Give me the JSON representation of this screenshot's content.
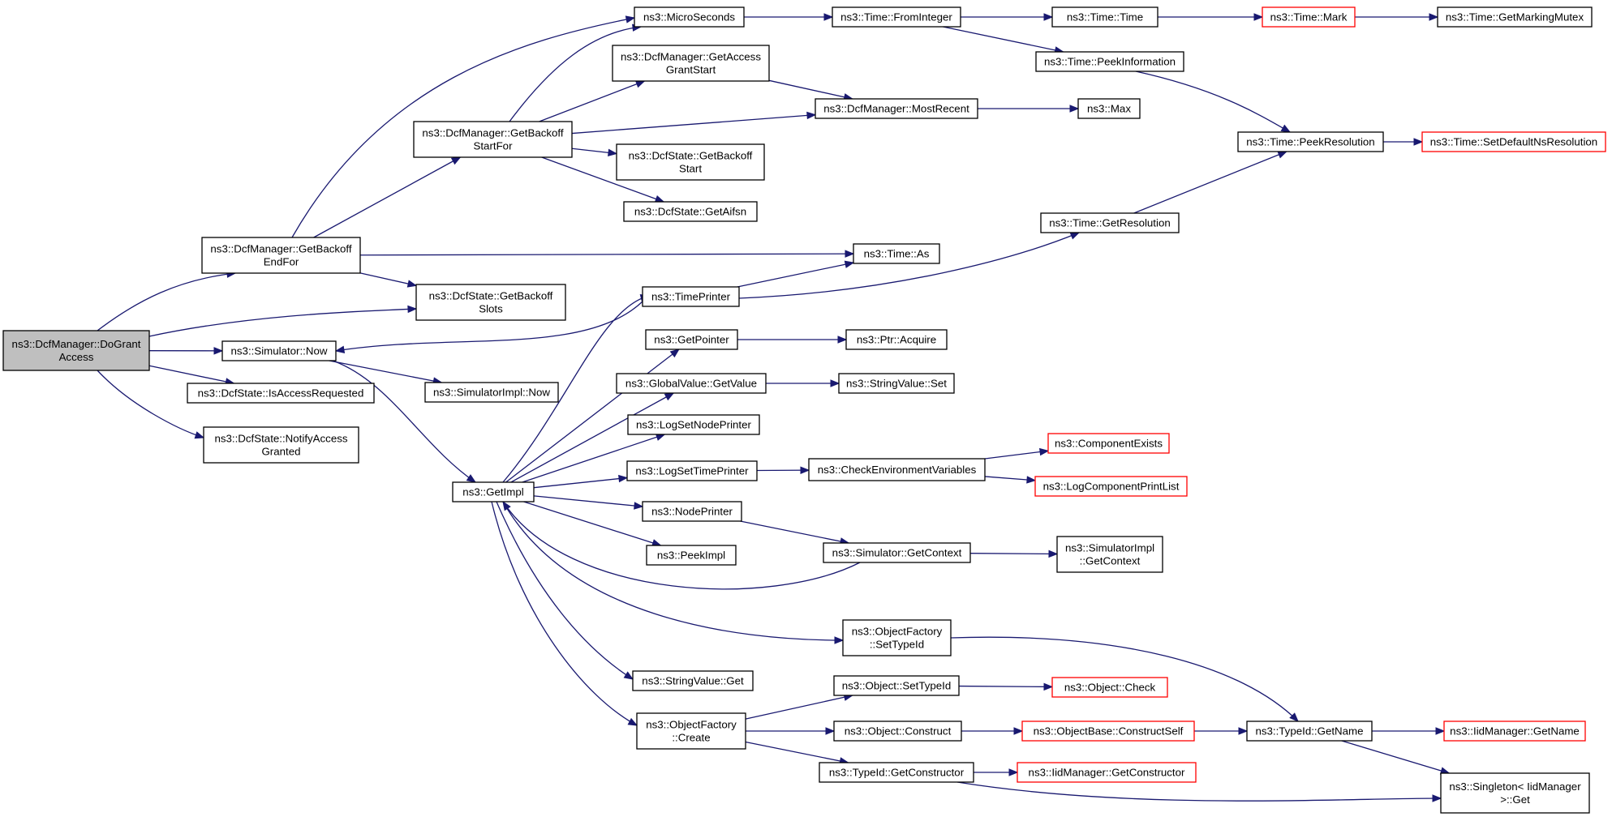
{
  "graph": {
    "nodes": [
      {
        "id": "DoGrantAccess",
        "lines": [
          "ns3::DcfManager::DoGrant",
          "Access"
        ],
        "style": "root"
      },
      {
        "id": "GetBackoffEndFor",
        "lines": [
          "ns3::DcfManager::GetBackoff",
          "EndFor"
        ]
      },
      {
        "id": "GetBackoffStartFor",
        "lines": [
          "ns3::DcfManager::GetBackoff",
          "StartFor"
        ]
      },
      {
        "id": "GetBackoffSlots",
        "lines": [
          "ns3::DcfState::GetBackoff",
          "Slots"
        ]
      },
      {
        "id": "SimulatorNow",
        "lines": [
          "ns3::Simulator::Now"
        ]
      },
      {
        "id": "IsAccessRequested",
        "lines": [
          "ns3::DcfState::IsAccessRequested"
        ]
      },
      {
        "id": "NotifyAccessGranted",
        "lines": [
          "ns3::DcfState::NotifyAccess",
          "Granted"
        ]
      },
      {
        "id": "MicroSeconds",
        "lines": [
          "ns3::MicroSeconds"
        ]
      },
      {
        "id": "GetAccessGrantStart",
        "lines": [
          "ns3::DcfManager::GetAccess",
          "GrantStart"
        ]
      },
      {
        "id": "DcfGetBackoffStart",
        "lines": [
          "ns3::DcfState::GetBackoff",
          "Start"
        ]
      },
      {
        "id": "GetAifsn",
        "lines": [
          "ns3::DcfState::GetAifsn"
        ]
      },
      {
        "id": "TimeFromInteger",
        "lines": [
          "ns3::Time::FromInteger"
        ]
      },
      {
        "id": "MostRecent",
        "lines": [
          "ns3::DcfManager::MostRecent"
        ]
      },
      {
        "id": "TimeTime",
        "lines": [
          "ns3::Time::Time"
        ]
      },
      {
        "id": "TimeMark",
        "lines": [
          "ns3::Time::Mark"
        ],
        "style": "ext"
      },
      {
        "id": "GetMarkingMutex",
        "lines": [
          "ns3::Time::GetMarkingMutex"
        ]
      },
      {
        "id": "PeekInformation",
        "lines": [
          "ns3::Time::PeekInformation"
        ]
      },
      {
        "id": "Max",
        "lines": [
          "ns3::Max"
        ]
      },
      {
        "id": "PeekResolution",
        "lines": [
          "ns3::Time::PeekResolution"
        ]
      },
      {
        "id": "SetDefaultNsResolution",
        "lines": [
          "ns3::Time::SetDefaultNsResolution"
        ],
        "style": "ext"
      },
      {
        "id": "GetResolution",
        "lines": [
          "ns3::Time::GetResolution"
        ]
      },
      {
        "id": "TimeAs",
        "lines": [
          "ns3::Time::As"
        ]
      },
      {
        "id": "TimePrinter",
        "lines": [
          "ns3::TimePrinter"
        ]
      },
      {
        "id": "SimulatorImplNow",
        "lines": [
          "ns3::SimulatorImpl::Now"
        ]
      },
      {
        "id": "GetImpl",
        "lines": [
          "ns3::GetImpl"
        ]
      },
      {
        "id": "GetPointer",
        "lines": [
          "ns3::GetPointer"
        ]
      },
      {
        "id": "PtrAcquire",
        "lines": [
          "ns3::Ptr::Acquire"
        ]
      },
      {
        "id": "GlobalValueGetValue",
        "lines": [
          "ns3::GlobalValue::GetValue"
        ]
      },
      {
        "id": "StringValueSet",
        "lines": [
          "ns3::StringValue::Set"
        ]
      },
      {
        "id": "LogSetNodePrinter",
        "lines": [
          "ns3::LogSetNodePrinter"
        ]
      },
      {
        "id": "LogSetTimePrinter",
        "lines": [
          "ns3::LogSetTimePrinter"
        ]
      },
      {
        "id": "CheckEnvironmentVariables",
        "lines": [
          "ns3::CheckEnvironmentVariables"
        ]
      },
      {
        "id": "ComponentExists",
        "lines": [
          "ns3::ComponentExists"
        ],
        "style": "ext"
      },
      {
        "id": "LogComponentPrintList",
        "lines": [
          "ns3::LogComponentPrintList"
        ],
        "style": "ext"
      },
      {
        "id": "NodePrinter",
        "lines": [
          "ns3::NodePrinter"
        ]
      },
      {
        "id": "PeekImpl",
        "lines": [
          "ns3::PeekImpl"
        ]
      },
      {
        "id": "SimulatorGetContext",
        "lines": [
          "ns3::Simulator::GetContext"
        ]
      },
      {
        "id": "SimulatorImplGetContext",
        "lines": [
          "ns3::SimulatorImpl",
          "::GetContext"
        ]
      },
      {
        "id": "ObjectFactorySetTypeId",
        "lines": [
          "ns3::ObjectFactory",
          "::SetTypeId"
        ]
      },
      {
        "id": "StringValueGet",
        "lines": [
          "ns3::StringValue::Get"
        ]
      },
      {
        "id": "ObjectFactoryCreate",
        "lines": [
          "ns3::ObjectFactory",
          "::Create"
        ]
      },
      {
        "id": "ObjectSetTypeId",
        "lines": [
          "ns3::Object::SetTypeId"
        ]
      },
      {
        "id": "ObjectCheck",
        "lines": [
          "ns3::Object::Check"
        ],
        "style": "ext"
      },
      {
        "id": "ObjectConstruct",
        "lines": [
          "ns3::Object::Construct"
        ]
      },
      {
        "id": "ConstructSelf",
        "lines": [
          "ns3::ObjectBase::ConstructSelf"
        ],
        "style": "ext"
      },
      {
        "id": "TypeIdGetName",
        "lines": [
          "ns3::TypeId::GetName"
        ]
      },
      {
        "id": "IidGetName",
        "lines": [
          "ns3::IidManager::GetName"
        ],
        "style": "ext"
      },
      {
        "id": "TypeIdGetConstructor",
        "lines": [
          "ns3::TypeId::GetConstructor"
        ]
      },
      {
        "id": "IidGetConstructor",
        "lines": [
          "ns3::IidManager::GetConstructor"
        ],
        "style": "ext"
      },
      {
        "id": "SingletonGet",
        "lines": [
          "ns3::Singleton< IidManager",
          ">::Get"
        ]
      }
    ],
    "edges": [
      [
        "DoGrantAccess",
        "GetBackoffEndFor"
      ],
      [
        "DoGrantAccess",
        "GetBackoffSlots"
      ],
      [
        "DoGrantAccess",
        "SimulatorNow"
      ],
      [
        "DoGrantAccess",
        "IsAccessRequested"
      ],
      [
        "DoGrantAccess",
        "NotifyAccessGranted"
      ],
      [
        "GetBackoffEndFor",
        "MicroSeconds"
      ],
      [
        "GetBackoffEndFor",
        "GetBackoffStartFor"
      ],
      [
        "GetBackoffEndFor",
        "TimeAs"
      ],
      [
        "GetBackoffEndFor",
        "GetBackoffSlots"
      ],
      [
        "GetBackoffStartFor",
        "MicroSeconds"
      ],
      [
        "GetBackoffStartFor",
        "GetAccessGrantStart"
      ],
      [
        "GetBackoffStartFor",
        "MostRecent"
      ],
      [
        "GetBackoffStartFor",
        "DcfGetBackoffStart"
      ],
      [
        "GetBackoffStartFor",
        "GetAifsn"
      ],
      [
        "GetAccessGrantStart",
        "MostRecent"
      ],
      [
        "MicroSeconds",
        "TimeFromInteger"
      ],
      [
        "TimeFromInteger",
        "TimeTime"
      ],
      [
        "TimeFromInteger",
        "PeekInformation"
      ],
      [
        "TimeTime",
        "TimeMark"
      ],
      [
        "TimeMark",
        "GetMarkingMutex"
      ],
      [
        "PeekInformation",
        "PeekResolution"
      ],
      [
        "MostRecent",
        "Max"
      ],
      [
        "PeekResolution",
        "SetDefaultNsResolution"
      ],
      [
        "GetResolution",
        "PeekResolution"
      ],
      [
        "TimePrinter",
        "TimeAs"
      ],
      [
        "TimePrinter",
        "GetResolution"
      ],
      [
        "TimePrinter",
        "SimulatorNow"
      ],
      [
        "SimulatorNow",
        "SimulatorImplNow"
      ],
      [
        "SimulatorNow",
        "GetImpl"
      ],
      [
        "GetImpl",
        "TimePrinter"
      ],
      [
        "GetImpl",
        "GetPointer"
      ],
      [
        "GetImpl",
        "GlobalValueGetValue"
      ],
      [
        "GetImpl",
        "LogSetNodePrinter"
      ],
      [
        "GetImpl",
        "LogSetTimePrinter"
      ],
      [
        "GetImpl",
        "NodePrinter"
      ],
      [
        "GetImpl",
        "PeekImpl"
      ],
      [
        "GetImpl",
        "ObjectFactorySetTypeId"
      ],
      [
        "GetImpl",
        "StringValueGet"
      ],
      [
        "GetImpl",
        "ObjectFactoryCreate"
      ],
      [
        "SimulatorGetContext",
        "GetImpl"
      ],
      [
        "GetPointer",
        "PtrAcquire"
      ],
      [
        "GlobalValueGetValue",
        "StringValueSet"
      ],
      [
        "LogSetTimePrinter",
        "CheckEnvironmentVariables"
      ],
      [
        "CheckEnvironmentVariables",
        "ComponentExists"
      ],
      [
        "CheckEnvironmentVariables",
        "LogComponentPrintList"
      ],
      [
        "NodePrinter",
        "SimulatorGetContext"
      ],
      [
        "SimulatorGetContext",
        "SimulatorImplGetContext"
      ],
      [
        "ObjectFactorySetTypeId",
        "TypeIdGetName"
      ],
      [
        "ObjectFactoryCreate",
        "ObjectSetTypeId"
      ],
      [
        "ObjectFactoryCreate",
        "ObjectConstruct"
      ],
      [
        "ObjectFactoryCreate",
        "TypeIdGetConstructor"
      ],
      [
        "ObjectSetTypeId",
        "ObjectCheck"
      ],
      [
        "ObjectConstruct",
        "ConstructSelf"
      ],
      [
        "ConstructSelf",
        "TypeIdGetName"
      ],
      [
        "TypeIdGetName",
        "IidGetName"
      ],
      [
        "TypeIdGetName",
        "SingletonGet"
      ],
      [
        "TypeIdGetConstructor",
        "IidGetConstructor"
      ],
      [
        "TypeIdGetConstructor",
        "SingletonGet"
      ]
    ]
  },
  "colors": {
    "edge": "#191970",
    "root_fill": "#bfbfbf",
    "node_border": "#000000",
    "external_border": "#ff0000"
  }
}
